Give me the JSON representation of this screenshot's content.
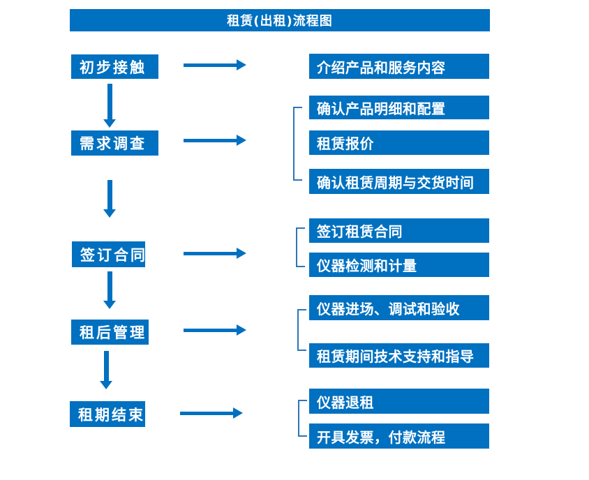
{
  "title": "租赁(出租)流程图",
  "colors": {
    "box_blue": "#0070C0",
    "bracket_blue": "#2E75B6",
    "text_white": "#FFFFFF"
  },
  "flow": {
    "stages": [
      {
        "label": "初步接触",
        "details": [
          "介绍产品和服务内容"
        ]
      },
      {
        "label": "需求调查",
        "details": [
          "确认产品明细和配置",
          "租赁报价",
          "确认租赁周期与交货时间"
        ]
      },
      {
        "label": "签订合同",
        "details": [
          "签订租赁合同",
          "仪器检测和计量"
        ]
      },
      {
        "label": "租后管理",
        "details": [
          "仪器进场、调试和验收",
          "租赁期间技术支持和指导"
        ]
      },
      {
        "label": "租期结束",
        "details": [
          "仪器退租",
          "开具发票，付款流程"
        ]
      }
    ]
  }
}
